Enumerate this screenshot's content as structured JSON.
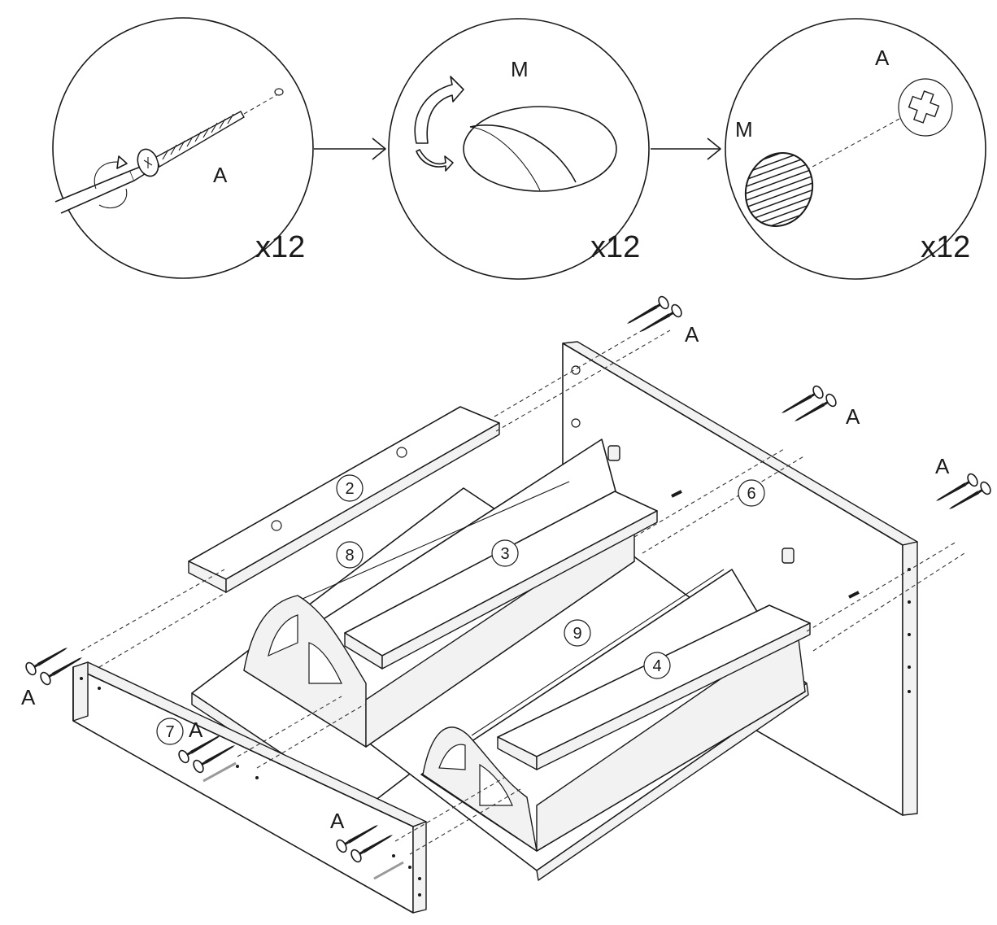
{
  "detail_steps": [
    {
      "part_label": "A",
      "quantity": "x12"
    },
    {
      "part_label": "M",
      "quantity": "x12"
    },
    {
      "part_labels": [
        "A",
        "M"
      ],
      "quantity": "x12"
    }
  ],
  "exploded_view": {
    "screw_label": "A",
    "part_numbers": [
      "2",
      "3",
      "4",
      "6",
      "7",
      "8",
      "9"
    ]
  }
}
